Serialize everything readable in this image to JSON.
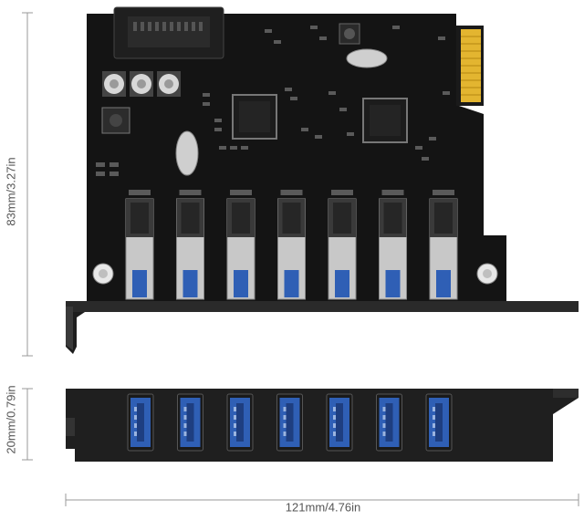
{
  "dimensions": {
    "height_top": "83mm/3.27in",
    "height_bottom": "20mm/0.79in",
    "width": "121mm/4.76in"
  },
  "board": {
    "usb_port_count": 7,
    "colors": {
      "pcb": "#141414",
      "bracket": "#2a2a2a",
      "usb_blue": "#2f5fb5",
      "metal": "#c8c8c8",
      "gold": "#e3b530"
    }
  }
}
